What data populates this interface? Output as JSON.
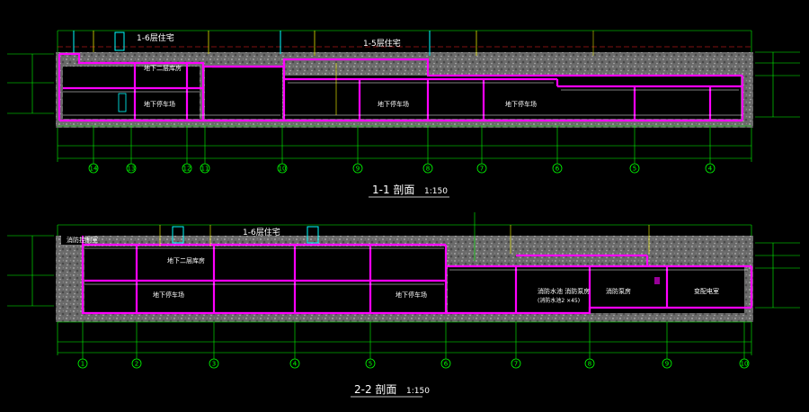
{
  "colors": {
    "background": "#000000",
    "wall": "#ff00ff",
    "soil": "#8a8a8a",
    "dim_line": "#00ff00",
    "text": "#ffffff",
    "ref_line": "#ff2222",
    "accent_yellow": "#ffff00",
    "accent_cyan": "#00ffff"
  },
  "section1": {
    "title": "1-1 剖面",
    "scale": "1:150",
    "labels": {
      "floors_1_6": "1-6层住宅",
      "floors_1_5": "1-5层住宅",
      "basement2_a": "地下二层库房",
      "basement1_a": "地下停车场",
      "basement1_b": "地下停车场",
      "basement1_c": "地下停车场"
    },
    "axes": [
      "14",
      "13",
      "12",
      "11",
      "10",
      "9",
      "8",
      "7",
      "6",
      "5",
      "4"
    ]
  },
  "section2": {
    "title": "2-2 剖面",
    "scale": "1:150",
    "labels": {
      "control_room": "消防控制室",
      "floors_1_6": "1-6层住宅",
      "basement2_a": "地下二层库房",
      "basement1_a": "地下停车场",
      "basement1_b": "地下停车场",
      "pump_room": "消防水池 消防泵房",
      "pump_room_note": "(消防水池2 ×45)",
      "equip_room": "消防泵房",
      "power_room": "变配电室"
    },
    "axes": [
      "1",
      "2",
      "3",
      "4",
      "5",
      "6",
      "7",
      "8",
      "9",
      "10"
    ]
  }
}
